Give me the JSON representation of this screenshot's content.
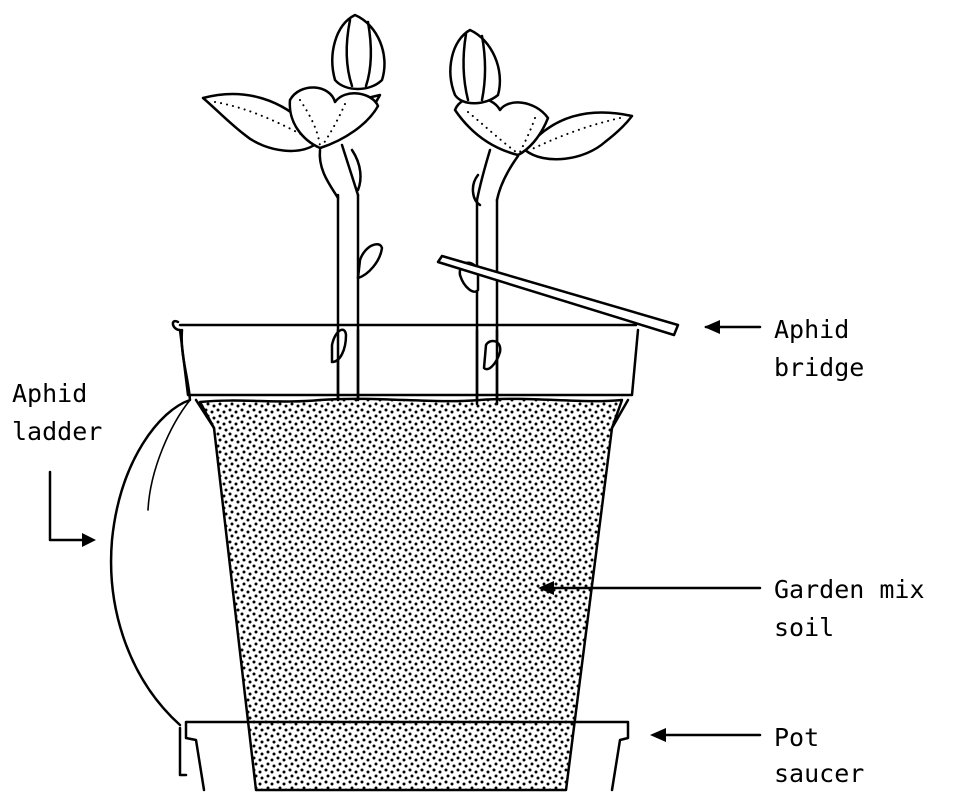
{
  "labels": {
    "aphid_bridge": [
      "Aphid",
      "bridge"
    ],
    "aphid_ladder": [
      "Aphid",
      "ladder"
    ],
    "garden_mix_soil": [
      "Garden mix",
      "soil"
    ],
    "pot_saucer": [
      "Pot",
      "saucer"
    ]
  },
  "colors": {
    "ink": "#000000",
    "paper": "#ffffff"
  }
}
